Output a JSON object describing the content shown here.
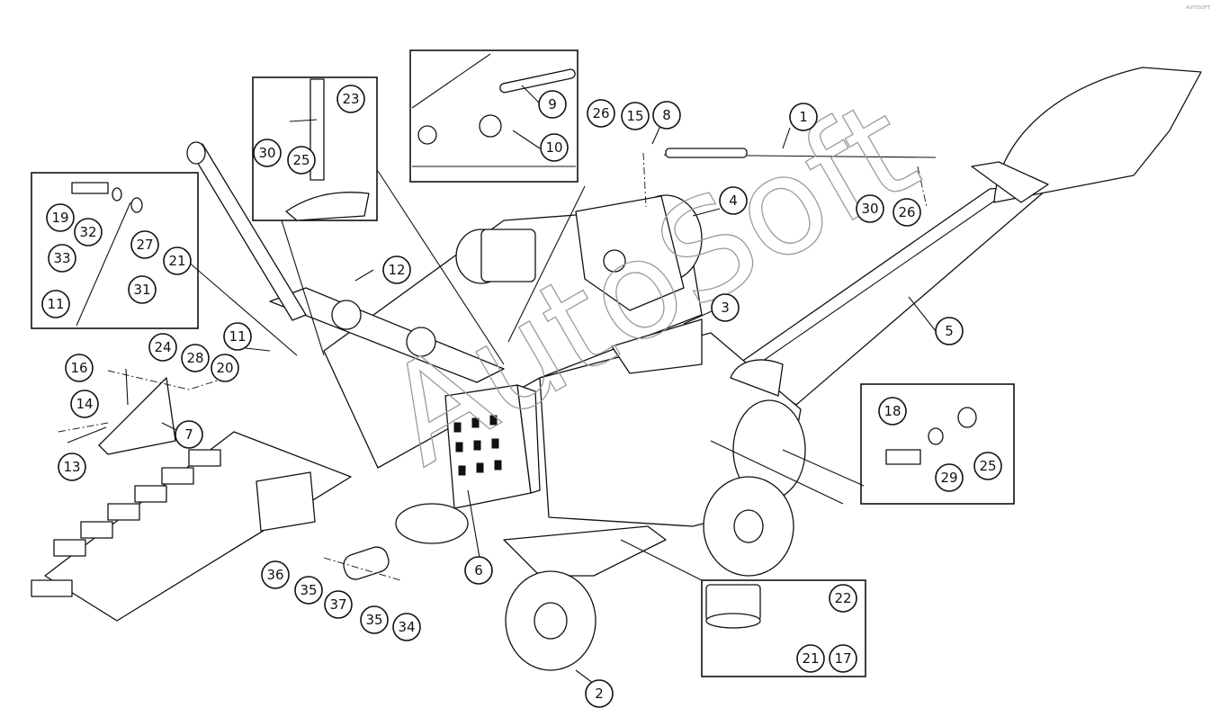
{
  "watermark": "AutoSoft",
  "corner_mark": "AUTOSOFT",
  "callouts": [
    {
      "label": "1"
    },
    {
      "label": "2"
    },
    {
      "label": "3"
    },
    {
      "label": "4"
    },
    {
      "label": "5"
    },
    {
      "label": "6"
    },
    {
      "label": "7"
    },
    {
      "label": "8"
    },
    {
      "label": "9"
    },
    {
      "label": "10"
    },
    {
      "label": "11"
    },
    {
      "label": "11"
    },
    {
      "label": "12"
    },
    {
      "label": "13"
    },
    {
      "label": "14"
    },
    {
      "label": "15"
    },
    {
      "label": "16"
    },
    {
      "label": "17"
    },
    {
      "label": "18"
    },
    {
      "label": "19"
    },
    {
      "label": "20"
    },
    {
      "label": "21"
    },
    {
      "label": "21"
    },
    {
      "label": "22"
    },
    {
      "label": "23"
    },
    {
      "label": "24"
    },
    {
      "label": "25"
    },
    {
      "label": "25"
    },
    {
      "label": "26"
    },
    {
      "label": "26"
    },
    {
      "label": "27"
    },
    {
      "label": "28"
    },
    {
      "label": "29"
    },
    {
      "label": "30"
    },
    {
      "label": "30"
    },
    {
      "label": "31"
    },
    {
      "label": "32"
    },
    {
      "label": "33"
    },
    {
      "label": "34"
    },
    {
      "label": "35"
    },
    {
      "label": "35"
    },
    {
      "label": "36"
    },
    {
      "label": "37"
    }
  ]
}
